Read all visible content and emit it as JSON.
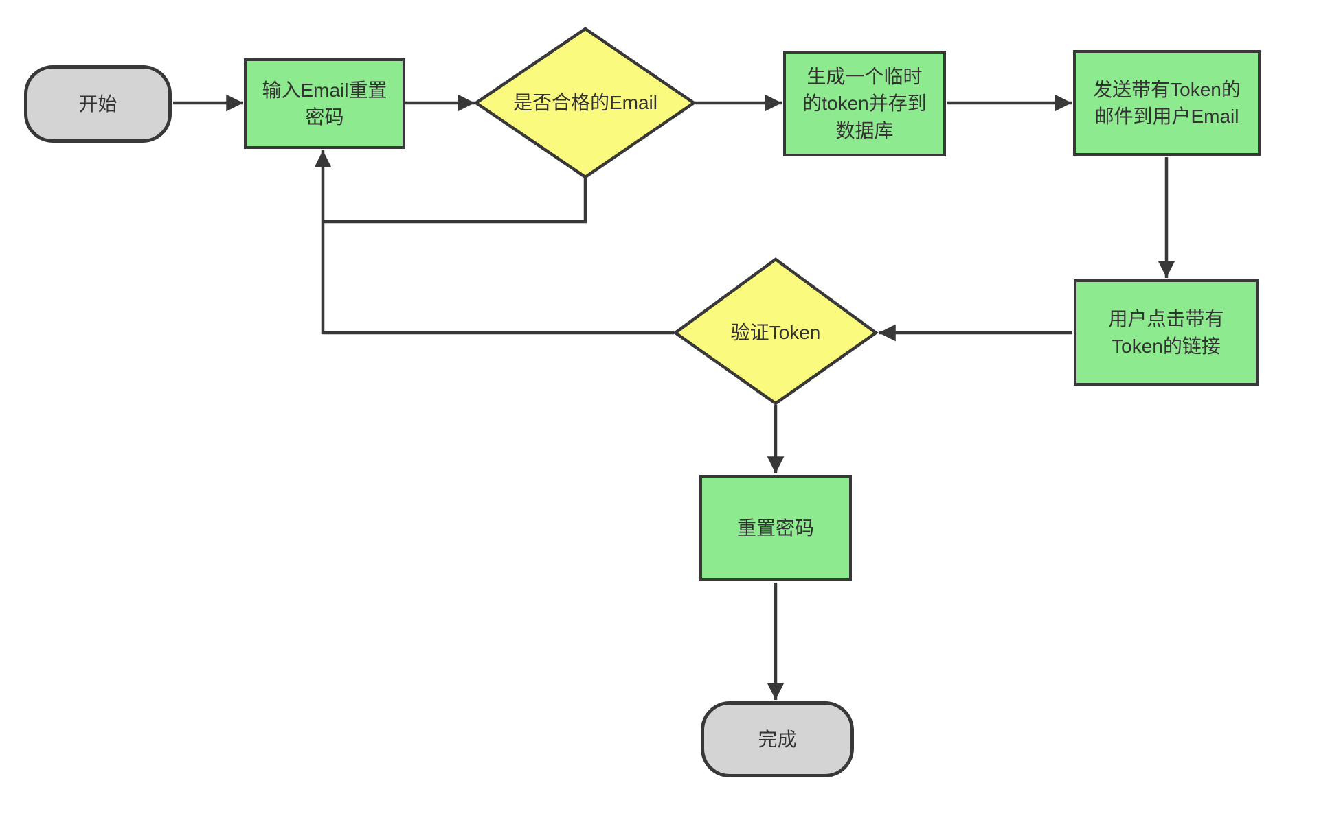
{
  "colors": {
    "process-fill": "#8EEA8E",
    "decision-fill": "#FAFA7E",
    "terminal-fill": "#D4D4D4",
    "stroke": "#383838",
    "text": "#333333",
    "background": "#FFFFFF"
  },
  "nodes": {
    "start": {
      "type": "terminal",
      "label": "开始"
    },
    "enter_email": {
      "type": "process",
      "label": "输入Email重置\n密码"
    },
    "check_email": {
      "type": "decision",
      "label": "是否合格的Email"
    },
    "gen_token": {
      "type": "process",
      "label": "生成一个临时\n的token并存到\n数据库"
    },
    "send_email": {
      "type": "process",
      "label": "发送带有Token的\n邮件到用户Email"
    },
    "click_link": {
      "type": "process",
      "label": "用户点击带有\nToken的链接"
    },
    "verify_token": {
      "type": "decision",
      "label": "验证Token"
    },
    "reset_password": {
      "type": "process",
      "label": "重置密码"
    },
    "done": {
      "type": "terminal",
      "label": "完成"
    }
  },
  "edges": [
    {
      "from": "start",
      "to": "enter_email"
    },
    {
      "from": "enter_email",
      "to": "check_email"
    },
    {
      "from": "check_email",
      "to": "gen_token"
    },
    {
      "from": "gen_token",
      "to": "send_email"
    },
    {
      "from": "send_email",
      "to": "click_link"
    },
    {
      "from": "click_link",
      "to": "verify_token"
    },
    {
      "from": "verify_token",
      "to": "reset_password"
    },
    {
      "from": "reset_password",
      "to": "done"
    },
    {
      "from": "check_email",
      "to": "enter_email"
    },
    {
      "from": "verify_token",
      "to": "enter_email"
    }
  ]
}
